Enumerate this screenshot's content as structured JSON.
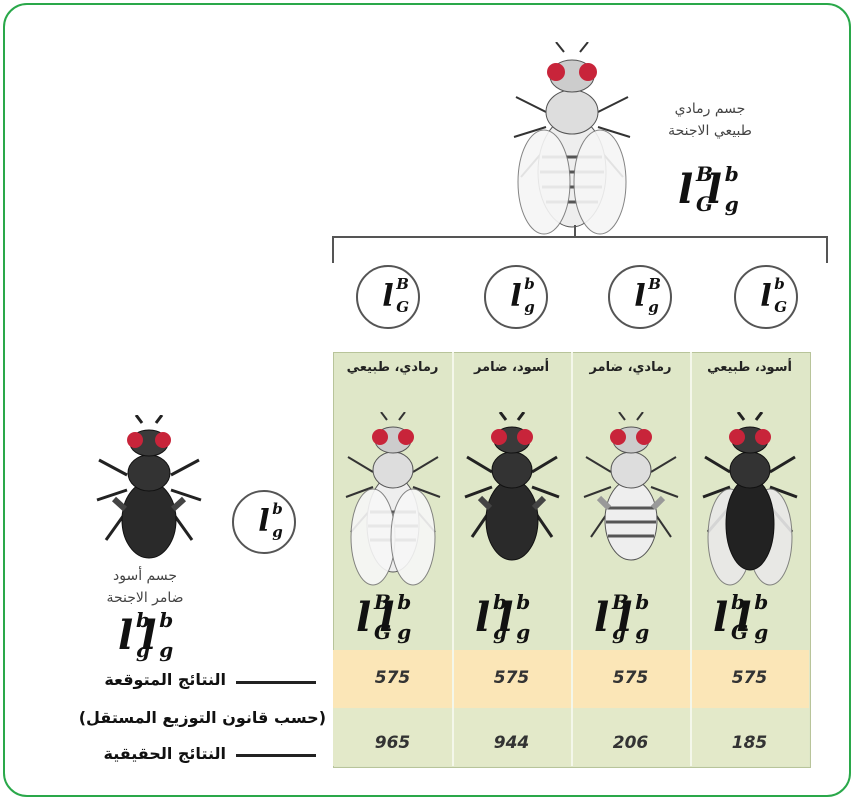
{
  "parent_top": {
    "label_line1": "جسم رمادي",
    "label_line2": "طبيعي الاجنحة",
    "genotype": [
      {
        "base": "l",
        "sup": "B",
        "sub": "G"
      },
      {
        "base": "l",
        "sup": "b",
        "sub": "g"
      }
    ]
  },
  "parent_left": {
    "label_line1": "جسم أسود",
    "label_line2": "ضامر الاجنحة",
    "genotype": [
      {
        "base": "l",
        "sup": "b",
        "sub": "g"
      },
      {
        "base": "l",
        "sup": "b",
        "sub": "g"
      }
    ],
    "gamete": {
      "base": "l",
      "sup": "b",
      "sub": "g"
    }
  },
  "gametes_top": [
    {
      "base": "l",
      "sup": "B",
      "sub": "G"
    },
    {
      "base": "l",
      "sup": "b",
      "sub": "g"
    },
    {
      "base": "l",
      "sup": "B",
      "sub": "g"
    },
    {
      "base": "l",
      "sup": "b",
      "sub": "G"
    }
  ],
  "offspring": [
    {
      "phenotype": "رمادي، طبيعي",
      "genotype": [
        {
          "base": "l",
          "sup": "B",
          "sub": "G"
        },
        {
          "base": "l",
          "sup": "b",
          "sub": "g"
        }
      ],
      "expected": "575",
      "actual": "965",
      "body": "gray"
    },
    {
      "phenotype": "أسود، ضامر",
      "genotype": [
        {
          "base": "l",
          "sup": "b",
          "sub": "g"
        },
        {
          "base": "l",
          "sup": "b",
          "sub": "g"
        }
      ],
      "expected": "575",
      "actual": "944",
      "body": "black"
    },
    {
      "phenotype": "رمادي، ضامر",
      "genotype": [
        {
          "base": "l",
          "sup": "B",
          "sub": "g"
        },
        {
          "base": "l",
          "sup": "b",
          "sub": "g"
        }
      ],
      "expected": "575",
      "actual": "206",
      "body": "gray"
    },
    {
      "phenotype": "أسود، طبيعي",
      "genotype": [
        {
          "base": "l",
          "sup": "b",
          "sub": "G"
        },
        {
          "base": "l",
          "sup": "b",
          "sub": "g"
        }
      ],
      "expected": "575",
      "actual": "185",
      "body": "black"
    }
  ],
  "row_labels": {
    "expected": "النتائج المتوقعة",
    "law_note": "(حسب قانون التوزيع المستقل)",
    "actual": "النتائج الحقيقية"
  },
  "colors": {
    "frame": "#2aa84a",
    "expected_row": "#fbe6b7",
    "actual_row": "#e3e9c9",
    "table_bg": "#dfe7c8",
    "eye": "#c8243a"
  }
}
